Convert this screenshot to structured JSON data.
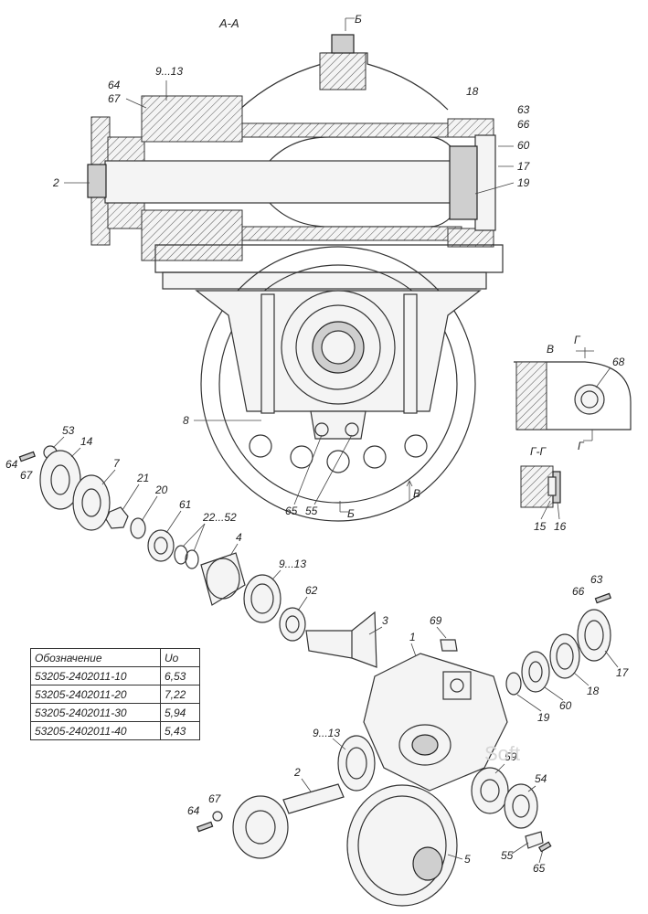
{
  "sections": {
    "main": "А-А",
    "cut_b_top": "Б",
    "cut_b_bottom": "Б",
    "view_v": "В",
    "view_v_arrow": "В",
    "cut_g": "Г",
    "cut_g2": "Г",
    "section_gg": "Г-Г"
  },
  "callouts": {
    "c_9_13_top": "9...13",
    "c_64_top": "64",
    "c_67_top": "67",
    "c_2_top": "2",
    "c_18": "18",
    "c_63_top": "63",
    "c_66_top": "66",
    "c_60_top": "60",
    "c_17_top": "17",
    "c_19_top": "19",
    "c_8": "8",
    "c_65_mid": "65",
    "c_55_mid": "55",
    "c_68": "68",
    "c_15": "15",
    "c_16": "16",
    "c_53": "53",
    "c_14": "14",
    "c_64_left": "64",
    "c_67_left": "67",
    "c_7": "7",
    "c_21": "21",
    "c_20": "20",
    "c_61": "61",
    "c_22_52": "22...52",
    "c_4": "4",
    "c_9_13_mid": "9...13",
    "c_62": "62",
    "c_3": "3",
    "c_1": "1",
    "c_69": "69",
    "c_63_right": "63",
    "c_66_right": "66",
    "c_19_right": "19",
    "c_60_right": "60",
    "c_18_right": "18",
    "c_17_right": "17",
    "c_9_13_low": "9...13",
    "c_59": "59",
    "c_2_low": "2",
    "c_54": "54",
    "c_67_low": "67",
    "c_64_low": "64",
    "c_5": "5",
    "c_55_low": "55",
    "c_65_low": "65"
  },
  "table": {
    "header": {
      "col1": "Обозначение",
      "col2": "Uo"
    },
    "rows": [
      {
        "code": "53205-2402011-10",
        "ratio": "6,53"
      },
      {
        "code": "53205-2402011-20",
        "ratio": "7,22"
      },
      {
        "code": "53205-2402011-30",
        "ratio": "5,94"
      },
      {
        "code": "53205-2402011-40",
        "ratio": "5,43"
      }
    ]
  },
  "watermark": "Soft"
}
